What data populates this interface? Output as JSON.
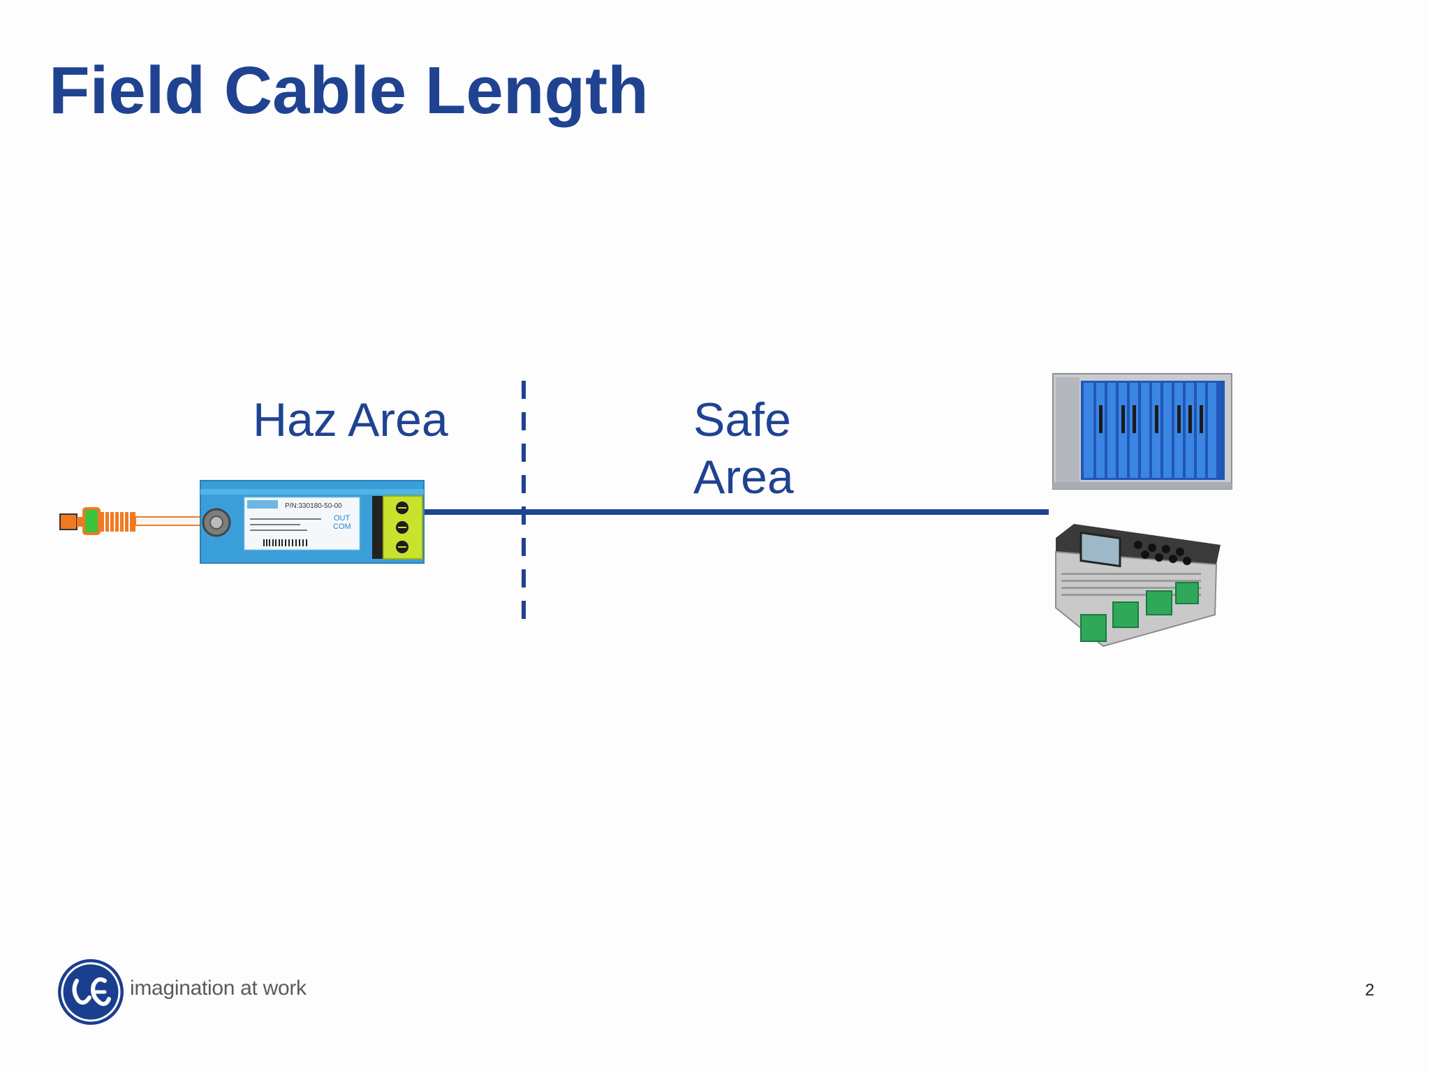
{
  "slide": {
    "title": "Field Cable Length",
    "page_number": "2"
  },
  "zones": {
    "hazardous_label": "Haz Area",
    "safe_label": "Safe Area"
  },
  "proximitor": {
    "part_number": "P/N:330180-50-00",
    "terminal_out": "OUT",
    "terminal_com": "COM"
  },
  "footer": {
    "tagline": "imagination at work",
    "logo_letters": "GE"
  },
  "colors": {
    "title_blue": "#1f4391",
    "cable_blue": "#1f4391",
    "proximitor_blue": "#3a9fd8",
    "terminal_yellow": "#c8e22e",
    "probe_orange": "#f07a21",
    "probe_green": "#3cc43c",
    "rack_blue": "#2a6bd0",
    "monitor_green": "#2fa85a"
  },
  "icons": [
    "probe-icon",
    "proximitor-icon",
    "rack-monitor-icon",
    "portable-monitor-icon",
    "ge-logo-icon"
  ]
}
